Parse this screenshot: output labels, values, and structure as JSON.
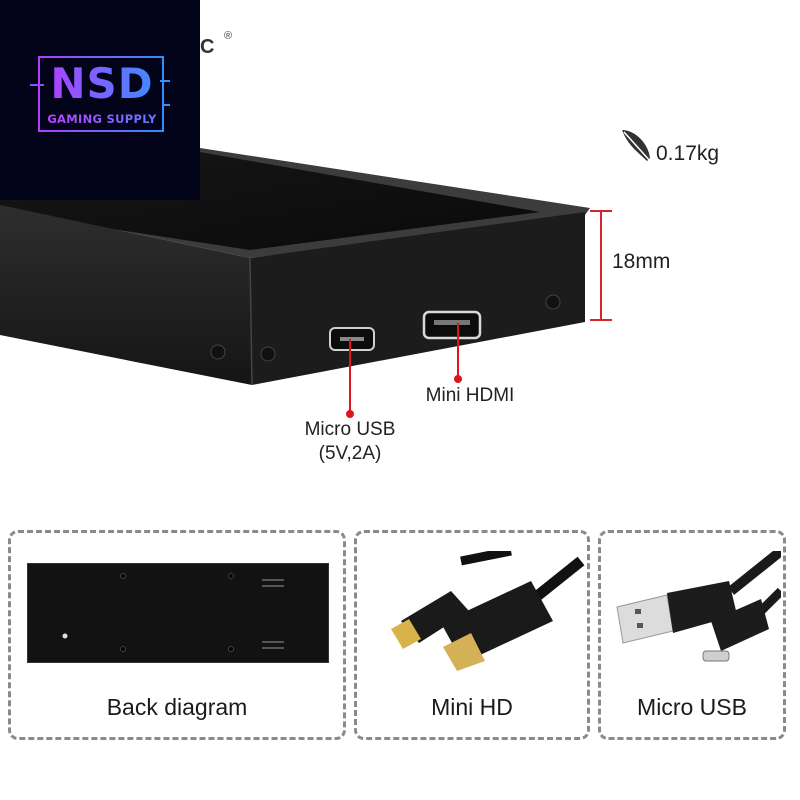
{
  "logo": {
    "title": "NSD",
    "subtitle": "GAMING SUPPLY",
    "gradient": [
      "#b040ff",
      "#3a8dff"
    ],
    "background": "#03031a"
  },
  "brand": {
    "fragment": "C",
    "registered_mark": "®"
  },
  "specs": {
    "weight": {
      "icon": "feather-icon",
      "value": "0.17kg"
    },
    "thickness": {
      "value": "18mm",
      "color": "#d8242c"
    }
  },
  "callouts": [
    {
      "label_line1": "Micro USB",
      "label_line2": "(5V,2A)",
      "color": "#e0141c"
    },
    {
      "label_line1": "Mini HDMI",
      "label_line2": "",
      "color": "#e0141c"
    }
  ],
  "panels": [
    {
      "caption": "Back diagram",
      "image": "monitor-back-panel"
    },
    {
      "caption": "Mini HD",
      "image": "mini-hdmi-cable"
    },
    {
      "caption": "Micro USB",
      "image": "micro-usb-cable"
    }
  ]
}
